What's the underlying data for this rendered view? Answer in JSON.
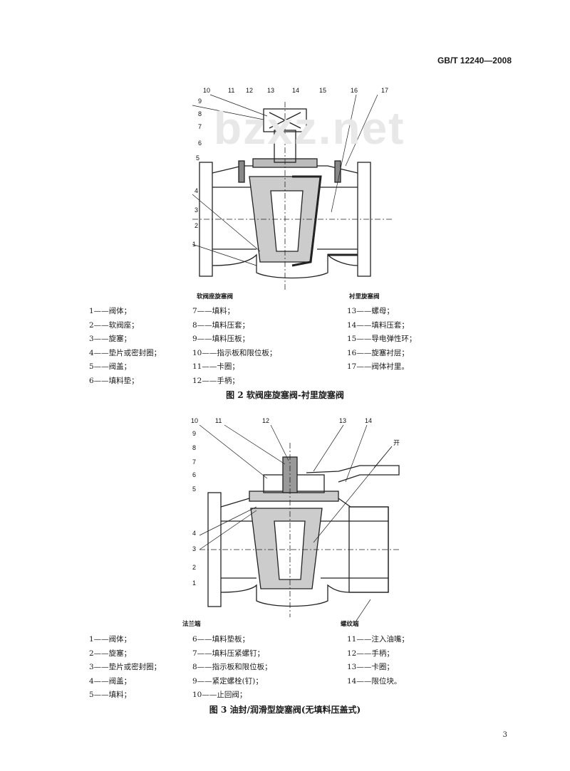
{
  "header": {
    "standard_no": "GB/T 12240—2008",
    "watermark": "bzxz.net"
  },
  "figure2": {
    "caption": "图 2  软阀座旋塞阀-衬里旋塞阀",
    "left_label": "软阀座旋塞阀",
    "right_label": "衬里旋塞阀",
    "callouts_top": [
      "10",
      "11",
      "12",
      "13",
      "14",
      "15",
      "16",
      "17"
    ],
    "callouts_left": [
      "9",
      "8",
      "7",
      "6",
      "5",
      "4",
      "3",
      "2",
      "1"
    ],
    "legend": [
      [
        "1——阀体；",
        "2——软阀座；",
        "3——旋塞；",
        "4——垫片或密封圈；",
        "5——阀盖；",
        "6——填料垫；"
      ],
      [
        "7——填料；",
        "8——填料压套；",
        "9——填料压板；",
        "10——指示板和限位板；",
        "11——卡圈；",
        "12——手柄；"
      ],
      [
        "13——螺母；",
        "14——填料压套；",
        "15——导电弹性环；",
        "16——旋塞衬层；",
        "17——阀体衬里。"
      ]
    ]
  },
  "figure3": {
    "caption": "图 3  油封/润滑型旋塞阀(无填料压盖式)",
    "left_label": "法兰端",
    "right_label": "螺纹端",
    "open_label": "开",
    "callouts_top": [
      "10",
      "11",
      "12",
      "13",
      "14"
    ],
    "callouts_left": [
      "9",
      "8",
      "7",
      "6",
      "5",
      "4",
      "3",
      "2",
      "1"
    ],
    "legend": [
      [
        "1——阀体；",
        "2——旋塞；",
        "3——垫片或密封圈；",
        "4——阀盖；",
        "5——填料；"
      ],
      [
        "6——填料垫板；",
        "7——填料压紧螺钉；",
        "8——指示板和限位板；",
        "9——紧定螺栓(钉)；",
        "10——止回阀；"
      ],
      [
        "11——注入油嘴；",
        "12——手柄；",
        "13——卡圈；",
        "14——限位块。"
      ]
    ]
  },
  "page_number": "3"
}
